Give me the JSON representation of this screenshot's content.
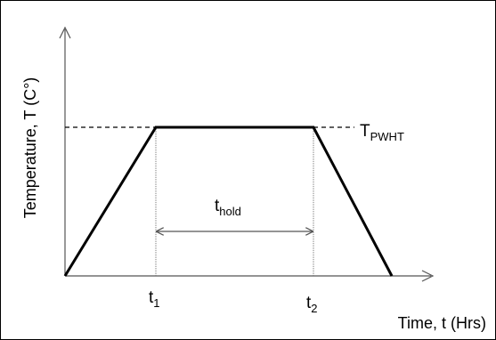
{
  "diagram": {
    "y_axis_label": "Temperature, T (C°)",
    "x_axis_label": "Time, t (Hrs)",
    "t1": {
      "base": "t",
      "sub": "1"
    },
    "t2": {
      "base": "t",
      "sub": "2"
    },
    "hold": {
      "base": "t",
      "sub": "hold"
    },
    "pwht": {
      "base": "T",
      "sub": "PWHT"
    }
  },
  "colors": {
    "line": "#000000",
    "guide": "#555555",
    "arrow": "#555555",
    "background": "#ffffff"
  }
}
